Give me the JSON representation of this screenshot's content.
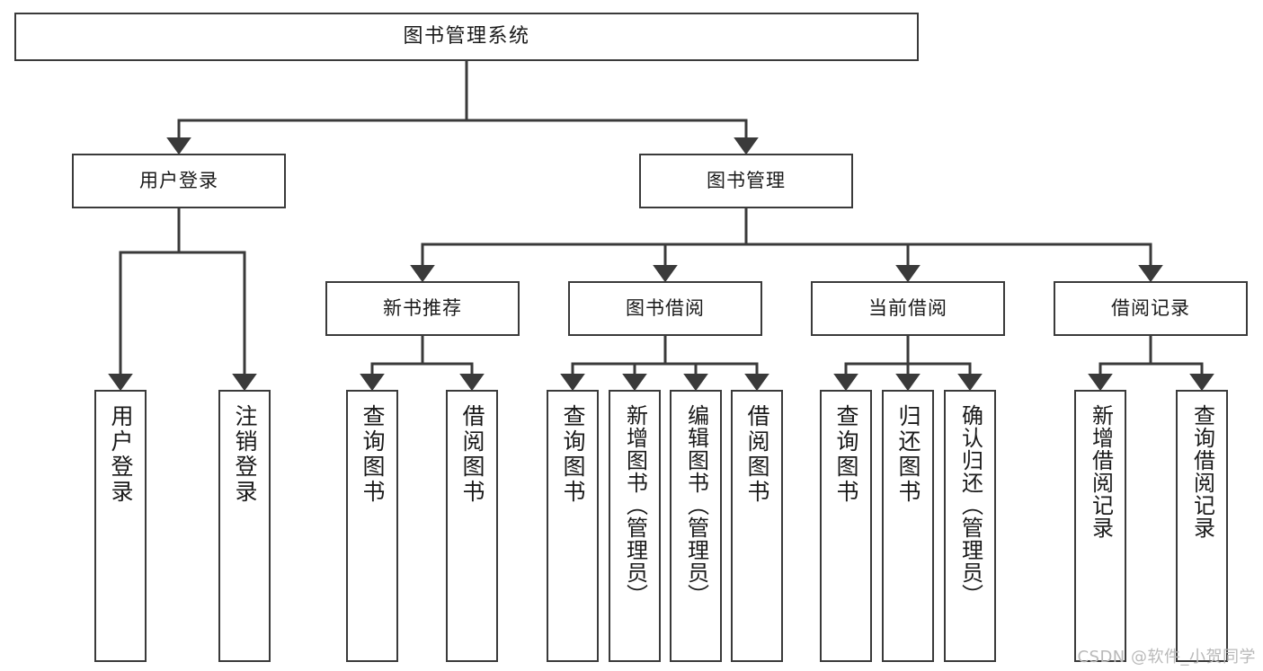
{
  "diagram": {
    "title": "图书管理系统",
    "watermark": "CSDN @软件_小贺同学",
    "stroke_color": "#3a3a3a",
    "background_color": "#ffffff",
    "text_color": "#1a1a1a"
  },
  "nodes": {
    "root": {
      "label": "图书管理系统"
    },
    "level2": [
      {
        "id": "user-login",
        "label": "用户登录"
      },
      {
        "id": "book-manage",
        "label": "图书管理"
      }
    ],
    "level3": [
      {
        "id": "new-book-rec",
        "label": "新书推荐"
      },
      {
        "id": "book-borrow",
        "label": "图书借阅"
      },
      {
        "id": "current-borrow",
        "label": "当前借阅"
      },
      {
        "id": "borrow-record",
        "label": "借阅记录"
      }
    ],
    "leaves": {
      "user_login": [
        {
          "id": "leaf-user-login",
          "label": "用户登录"
        },
        {
          "id": "leaf-user-logout",
          "label": "注销登录"
        }
      ],
      "new_book_rec": [
        {
          "id": "leaf-query-book-1",
          "label": "查询图书"
        },
        {
          "id": "leaf-borrow-book-1",
          "label": "借阅图书"
        }
      ],
      "book_borrow": [
        {
          "id": "leaf-query-book-2",
          "label": "查询图书"
        },
        {
          "id": "leaf-add-book",
          "label": "新增图书（管理员）"
        },
        {
          "id": "leaf-edit-book",
          "label": "编辑图书（管理员）"
        },
        {
          "id": "leaf-borrow-book-2",
          "label": "借阅图书"
        }
      ],
      "current_borrow": [
        {
          "id": "leaf-query-book-3",
          "label": "查询图书"
        },
        {
          "id": "leaf-return-book",
          "label": "归还图书"
        },
        {
          "id": "leaf-confirm-return",
          "label": "确认归还（管理员）"
        }
      ],
      "borrow_record": [
        {
          "id": "leaf-add-record",
          "label": "新增借阅记录"
        },
        {
          "id": "leaf-query-record",
          "label": "查询借阅记录"
        }
      ]
    }
  }
}
